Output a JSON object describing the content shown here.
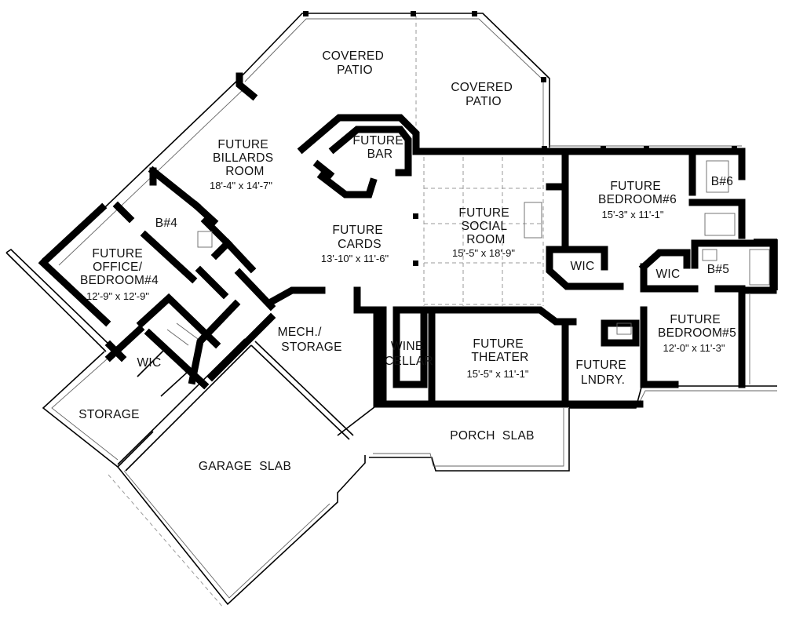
{
  "rooms": {
    "covered_patio_1": [
      "COVERED",
      "PATIO"
    ],
    "covered_patio_2": [
      "COVERED",
      "PATIO"
    ],
    "billiards": [
      "FUTURE",
      "BILLARDS",
      "ROOM"
    ],
    "billiards_dim": "18'-4\" x 14'-7\"",
    "bar": [
      "FUTURE",
      "BAR"
    ],
    "cards": [
      "FUTURE",
      "CARDS"
    ],
    "cards_dim": "13'-10\" x 11'-6\"",
    "social": [
      "FUTURE",
      "SOCIAL",
      "ROOM"
    ],
    "social_dim": "15'-5\" x 18'-9\"",
    "bedroom6": [
      "FUTURE",
      "BEDROOM#6"
    ],
    "bedroom6_dim": "15'-3\" x 11'-1\"",
    "bath6": "B#6",
    "bath5": "B#5",
    "wic_a": "WIC",
    "wic_b": "WIC",
    "wic_c": "WIC",
    "bedroom5": [
      "FUTURE",
      "BEDROOM#5"
    ],
    "bedroom5_dim": "12'-0\" x 11'-3\"",
    "office": [
      "FUTURE",
      "OFFICE/",
      "BEDROOM#4"
    ],
    "office_dim": "12'-9\" x 12'-9\"",
    "bath4": "B#4",
    "mech": [
      "MECH./",
      "STORAGE"
    ],
    "wine": [
      "WINE",
      "CELLAR"
    ],
    "theater": [
      "FUTURE",
      "THEATER"
    ],
    "theater_dim": "15'-5\" x 11'-1\"",
    "laundry": [
      "FUTURE",
      "LNDRY."
    ],
    "storage": "STORAGE",
    "garage": "GARAGE  SLAB",
    "porch": "PORCH  SLAB"
  }
}
